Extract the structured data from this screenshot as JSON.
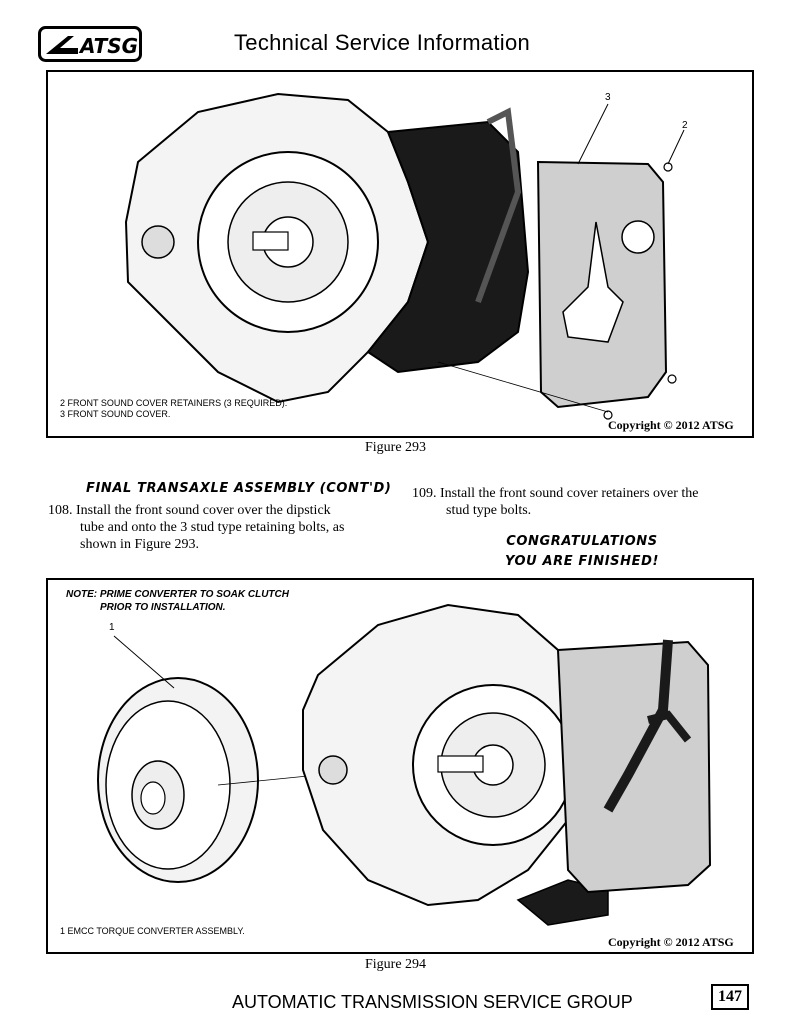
{
  "header": {
    "logo_text": "ATSG",
    "title": "Technical Service Information"
  },
  "figure_293": {
    "callout_2": "2",
    "callout_3": "3",
    "legend": [
      "2  FRONT SOUND COVER RETAINERS  (3 REQUIRED).",
      "3  FRONT SOUND COVER."
    ],
    "copyright": "Copyright © 2012 ATSG",
    "caption": "Figure 293"
  },
  "section": {
    "heading": "FINAL TRANSAXLE ASSEMBLY (CONT'D)",
    "step_108_number": "108.",
    "step_108_line1": "Install the front sound cover over the dipstick",
    "step_108_line2": "tube and onto the 3 stud type retaining bolts, as",
    "step_108_line3": "shown in Figure 293.",
    "step_109_number": "109.",
    "step_109_line1": "Install the front sound cover retainers over the",
    "step_109_line2": "stud type bolts.",
    "congrats_line1": "CONGRATULATIONS",
    "congrats_line2": "YOU ARE FINISHED!"
  },
  "figure_294": {
    "note_line1": "NOTE: PRIME CONVERTER TO SOAK CLUTCH",
    "note_line2": "PRIOR TO INSTALLATION.",
    "callout_1": "1",
    "legend": "1  EMCC TORQUE CONVERTER ASSEMBLY.",
    "copyright": "Copyright © 2012 ATSG",
    "caption": "Figure 294"
  },
  "footer": {
    "text": "AUTOMATIC TRANSMISSION SERVICE GROUP",
    "page_number": "147"
  }
}
